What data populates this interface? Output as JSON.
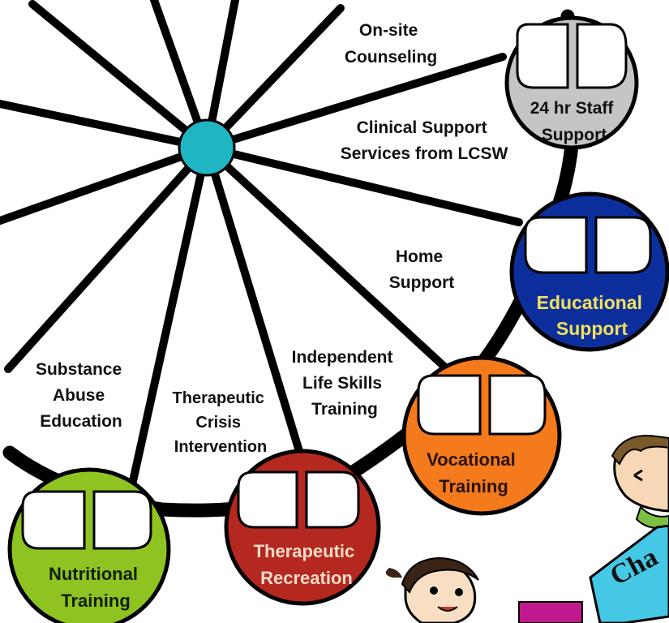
{
  "hub_color": "#1fb5c3",
  "services": [
    {
      "id": "on-site-counseling",
      "lines": [
        "On-site",
        "Counseling"
      ]
    },
    {
      "id": "clinical-support",
      "lines": [
        "Clinical Support",
        "Services from LCSW"
      ]
    },
    {
      "id": "home-support",
      "lines": [
        "Home",
        "Support"
      ]
    },
    {
      "id": "independent-life-skills",
      "lines": [
        "Independent",
        "Life Skills",
        "Training"
      ]
    },
    {
      "id": "therapeutic-crisis",
      "lines": [
        "Therapeutic",
        "Crisis",
        "Intervention"
      ]
    },
    {
      "id": "substance-abuse",
      "lines": [
        "Substance",
        "Abuse",
        "Education"
      ]
    }
  ],
  "nodes": [
    {
      "id": "staff-support",
      "lines": [
        "24 hr Staff",
        "Support"
      ],
      "color": "#c4c6c3",
      "text_color": "#111111"
    },
    {
      "id": "educational-support",
      "lines": [
        "Educational",
        "Support"
      ],
      "color": "#0d2f9e",
      "text_color": "#f2e15a"
    },
    {
      "id": "vocational-training",
      "lines": [
        "Vocational",
        "Training"
      ],
      "color": "#f47a1c",
      "text_color": "#2a1306"
    },
    {
      "id": "therapeutic-recreation",
      "lines": [
        "Therapeutic",
        "Recreation"
      ],
      "color": "#b5281f",
      "text_color": "#f3dcc8"
    },
    {
      "id": "nutritional-training",
      "lines": [
        "Nutritional",
        "Training"
      ],
      "color": "#8fc322",
      "text_color": "#102006"
    }
  ],
  "sign_text": "Cha"
}
